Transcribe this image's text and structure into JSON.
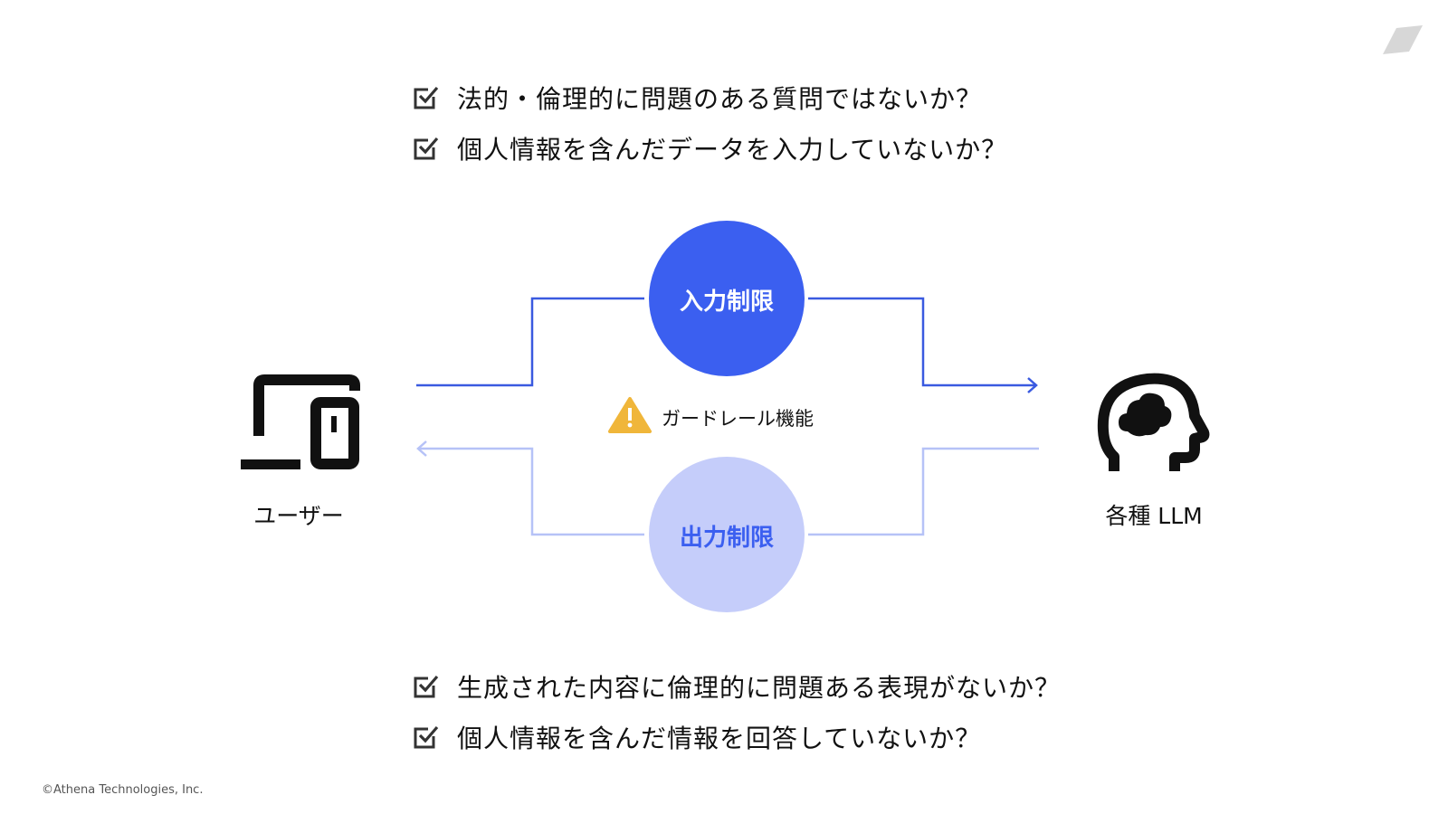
{
  "input_checks": [
    "法的・倫理的に問題のある質問ではないか？",
    "個人情報を含んだデータを入力していないか？"
  ],
  "output_checks": [
    "生成された内容に倫理的に問題ある表現がないか？",
    "個人情報を含んだ情報を回答していないか？"
  ],
  "nodes": {
    "user_label": "ユーザー",
    "llm_label": "各種 LLM",
    "input_limit": "入力制限",
    "output_limit": "出力制限",
    "guardrail": "ガードレール機能"
  },
  "icons": {
    "check": "checkbox-checked-icon",
    "user": "devices-icon",
    "llm": "head-cloud-icon",
    "warning": "warning-triangle-icon",
    "logo": "parallelogram-logo-icon"
  },
  "colors": {
    "input_circle": "#3b5ff0",
    "output_circle": "#c5cdfa",
    "input_line": "#3a5ae0",
    "output_line": "#b6c2f7",
    "warning": "#f0b63a",
    "output_text": "#3b5ff0"
  },
  "footer": "©Athena Technologies, Inc."
}
